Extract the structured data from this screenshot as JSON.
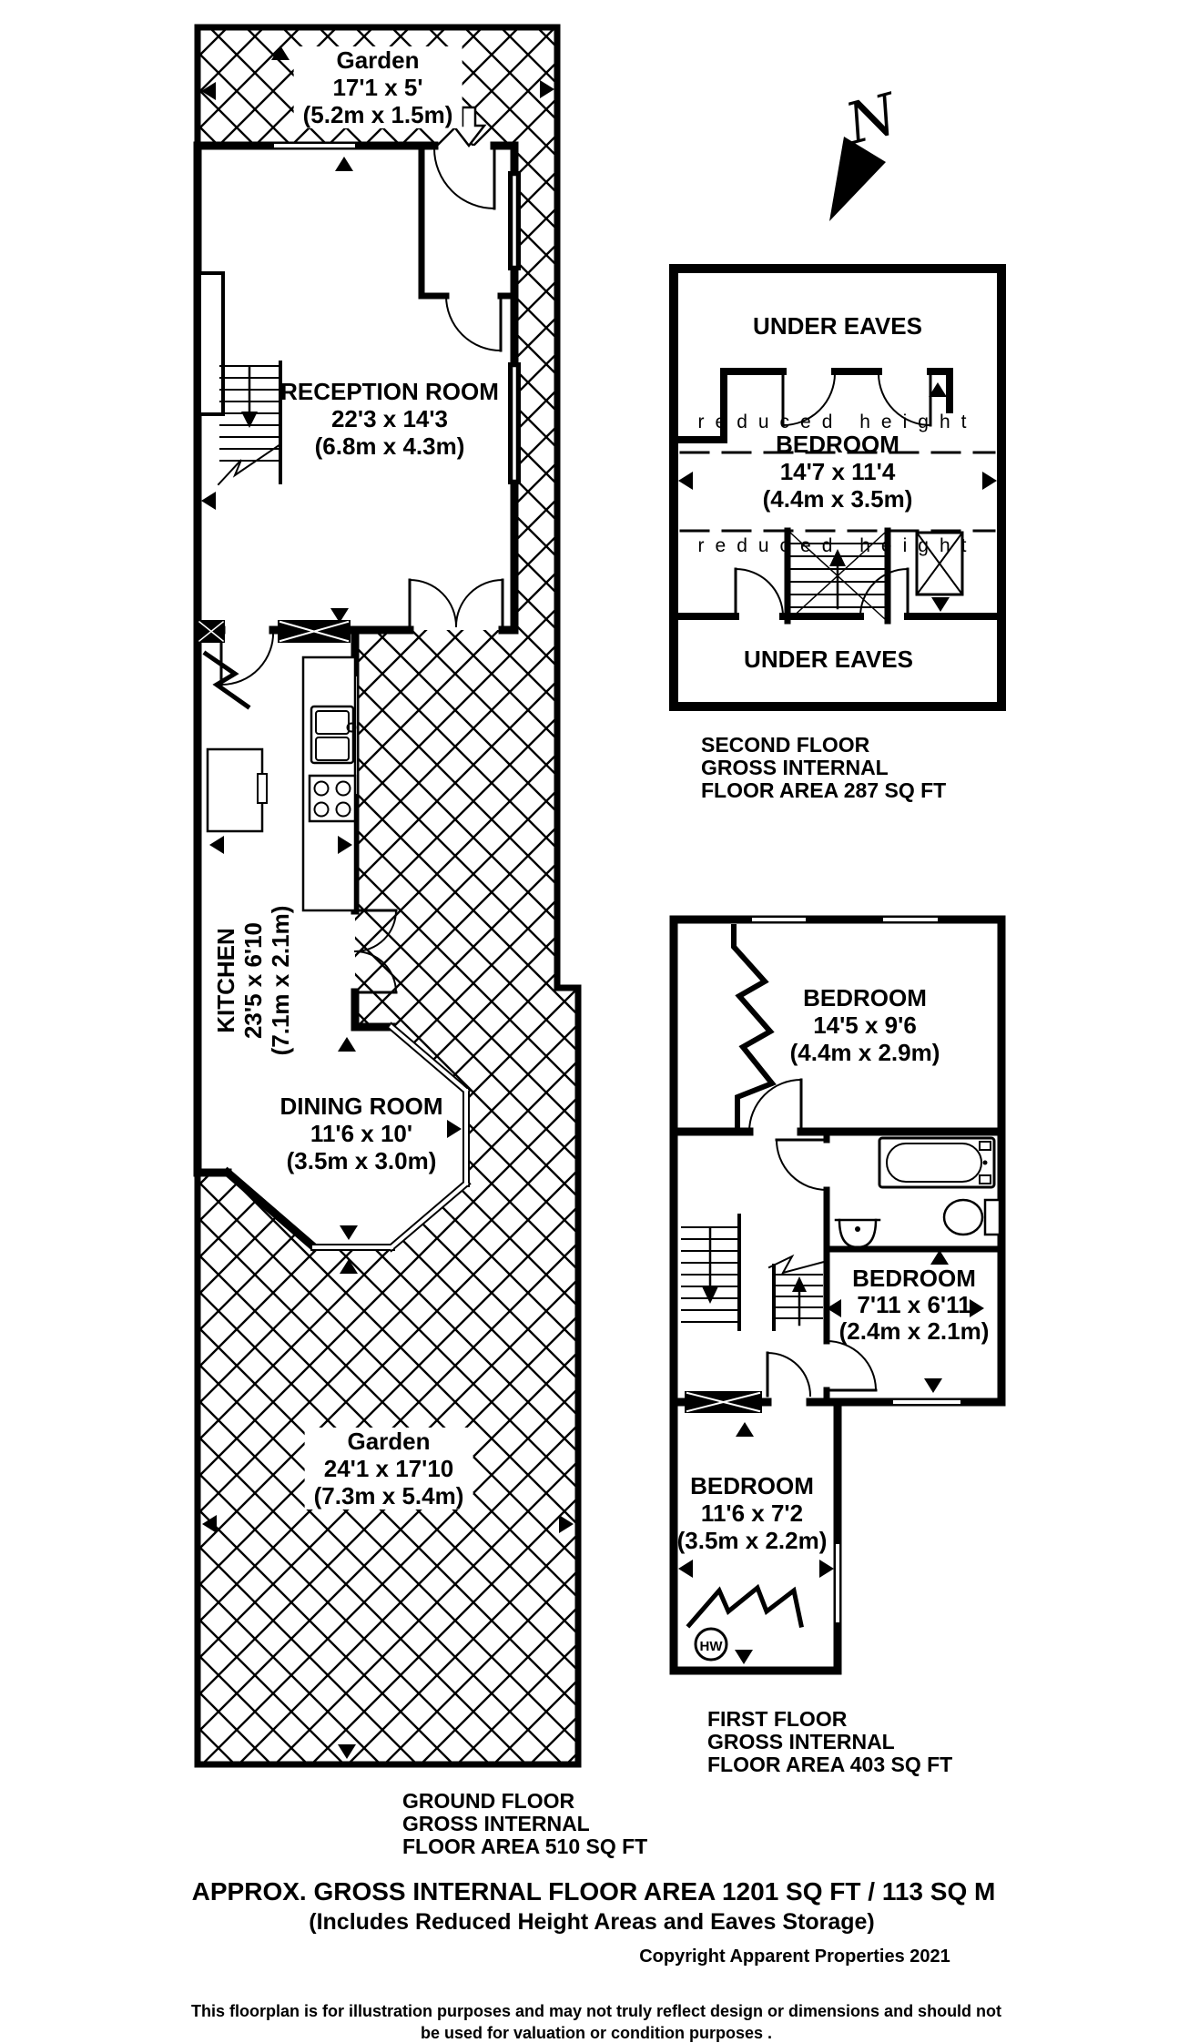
{
  "compass": {
    "label": "N"
  },
  "ground_floor": {
    "garden_top": {
      "name": "Garden",
      "imperial": "17'1 x 5'",
      "metric": "(5.2m x 1.5m)"
    },
    "reception": {
      "name": "RECEPTION ROOM",
      "imperial": "22'3 x 14'3",
      "metric": "(6.8m x 4.3m)"
    },
    "kitchen": {
      "name": "KITCHEN",
      "imperial": "23'5 x 6'10",
      "metric": "(7.1m x 2.1m)"
    },
    "dining": {
      "name": "DINING ROOM",
      "imperial": "11'6 x 10'",
      "metric": "(3.5m x 3.0m)"
    },
    "garden_main": {
      "name": "Garden",
      "imperial": "24'1 x 17'10",
      "metric": "(7.3m x 5.4m)"
    },
    "caption": {
      "line1": "GROUND FLOOR",
      "line2": "GROSS INTERNAL",
      "line3": "FLOOR AREA 510 SQ FT"
    }
  },
  "second_floor": {
    "under_eaves_top": "UNDER EAVES",
    "under_eaves_bottom": "UNDER EAVES",
    "reduced_height_top": "reduced height",
    "reduced_height_bottom": "reduced height",
    "bedroom": {
      "name": "BEDROOM",
      "imperial": "14'7 x 11'4",
      "metric": "(4.4m x 3.5m)"
    },
    "caption": {
      "line1": "SECOND FLOOR",
      "line2": "GROSS INTERNAL",
      "line3": "FLOOR AREA 287 SQ FT"
    }
  },
  "first_floor": {
    "bedroom_front": {
      "name": "BEDROOM",
      "imperial": "14'5 x 9'6",
      "metric": "(4.4m x 2.9m)"
    },
    "bedroom_middle": {
      "name": "BEDROOM",
      "imperial": "7'11 x 6'11",
      "metric": "(2.4m x 2.1m)"
    },
    "bedroom_rear": {
      "name": "BEDROOM",
      "imperial": "11'6 x 7'2",
      "metric": "(3.5m x 2.2m)"
    },
    "hot_water_label": "HW",
    "caption": {
      "line1": "FIRST FLOOR",
      "line2": "GROSS INTERNAL",
      "line3": "FLOOR AREA 403 SQ FT"
    }
  },
  "footer": {
    "area_summary": "APPROX. GROSS INTERNAL FLOOR AREA 1201 SQ FT / 113 SQ M",
    "area_note": "(Includes Reduced Height Areas and Eaves Storage)",
    "copyright": "Copyright Apparent Properties 2021",
    "disclaimer_line1": "This floorplan is for illustration purposes and may not truly reflect design or dimensions and should not",
    "disclaimer_line2": "be used for valuation or condition purposes ."
  },
  "colors": {
    "ink": "#000000",
    "paper": "#ffffff"
  }
}
